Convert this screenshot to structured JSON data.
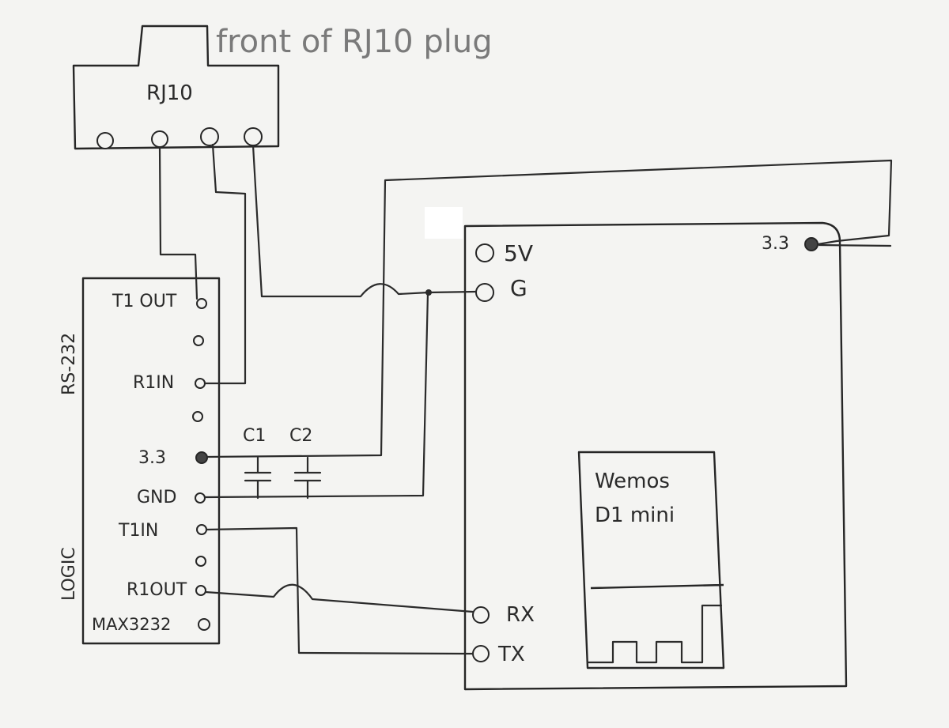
{
  "title": "front of RJ10 plug",
  "rj10": {
    "label": "RJ10"
  },
  "max3232": {
    "chip_label": "MAX3232",
    "side_rs232": "RS-232",
    "side_logic": "LOGIC",
    "pins": {
      "t1out": "T1 OUT",
      "r1in": "R1IN",
      "v33": "3.3",
      "gnd": "GND",
      "t1in": "T1IN",
      "r1out": "R1OUT"
    }
  },
  "capacitors": {
    "c1": "C1",
    "c2": "C2"
  },
  "board": {
    "pins": {
      "v5": "5V",
      "g": "G",
      "v33": "3.3",
      "rx": "RX",
      "tx": "TX"
    }
  },
  "module": {
    "line1": "Wemos",
    "line2": "D1 mini"
  }
}
